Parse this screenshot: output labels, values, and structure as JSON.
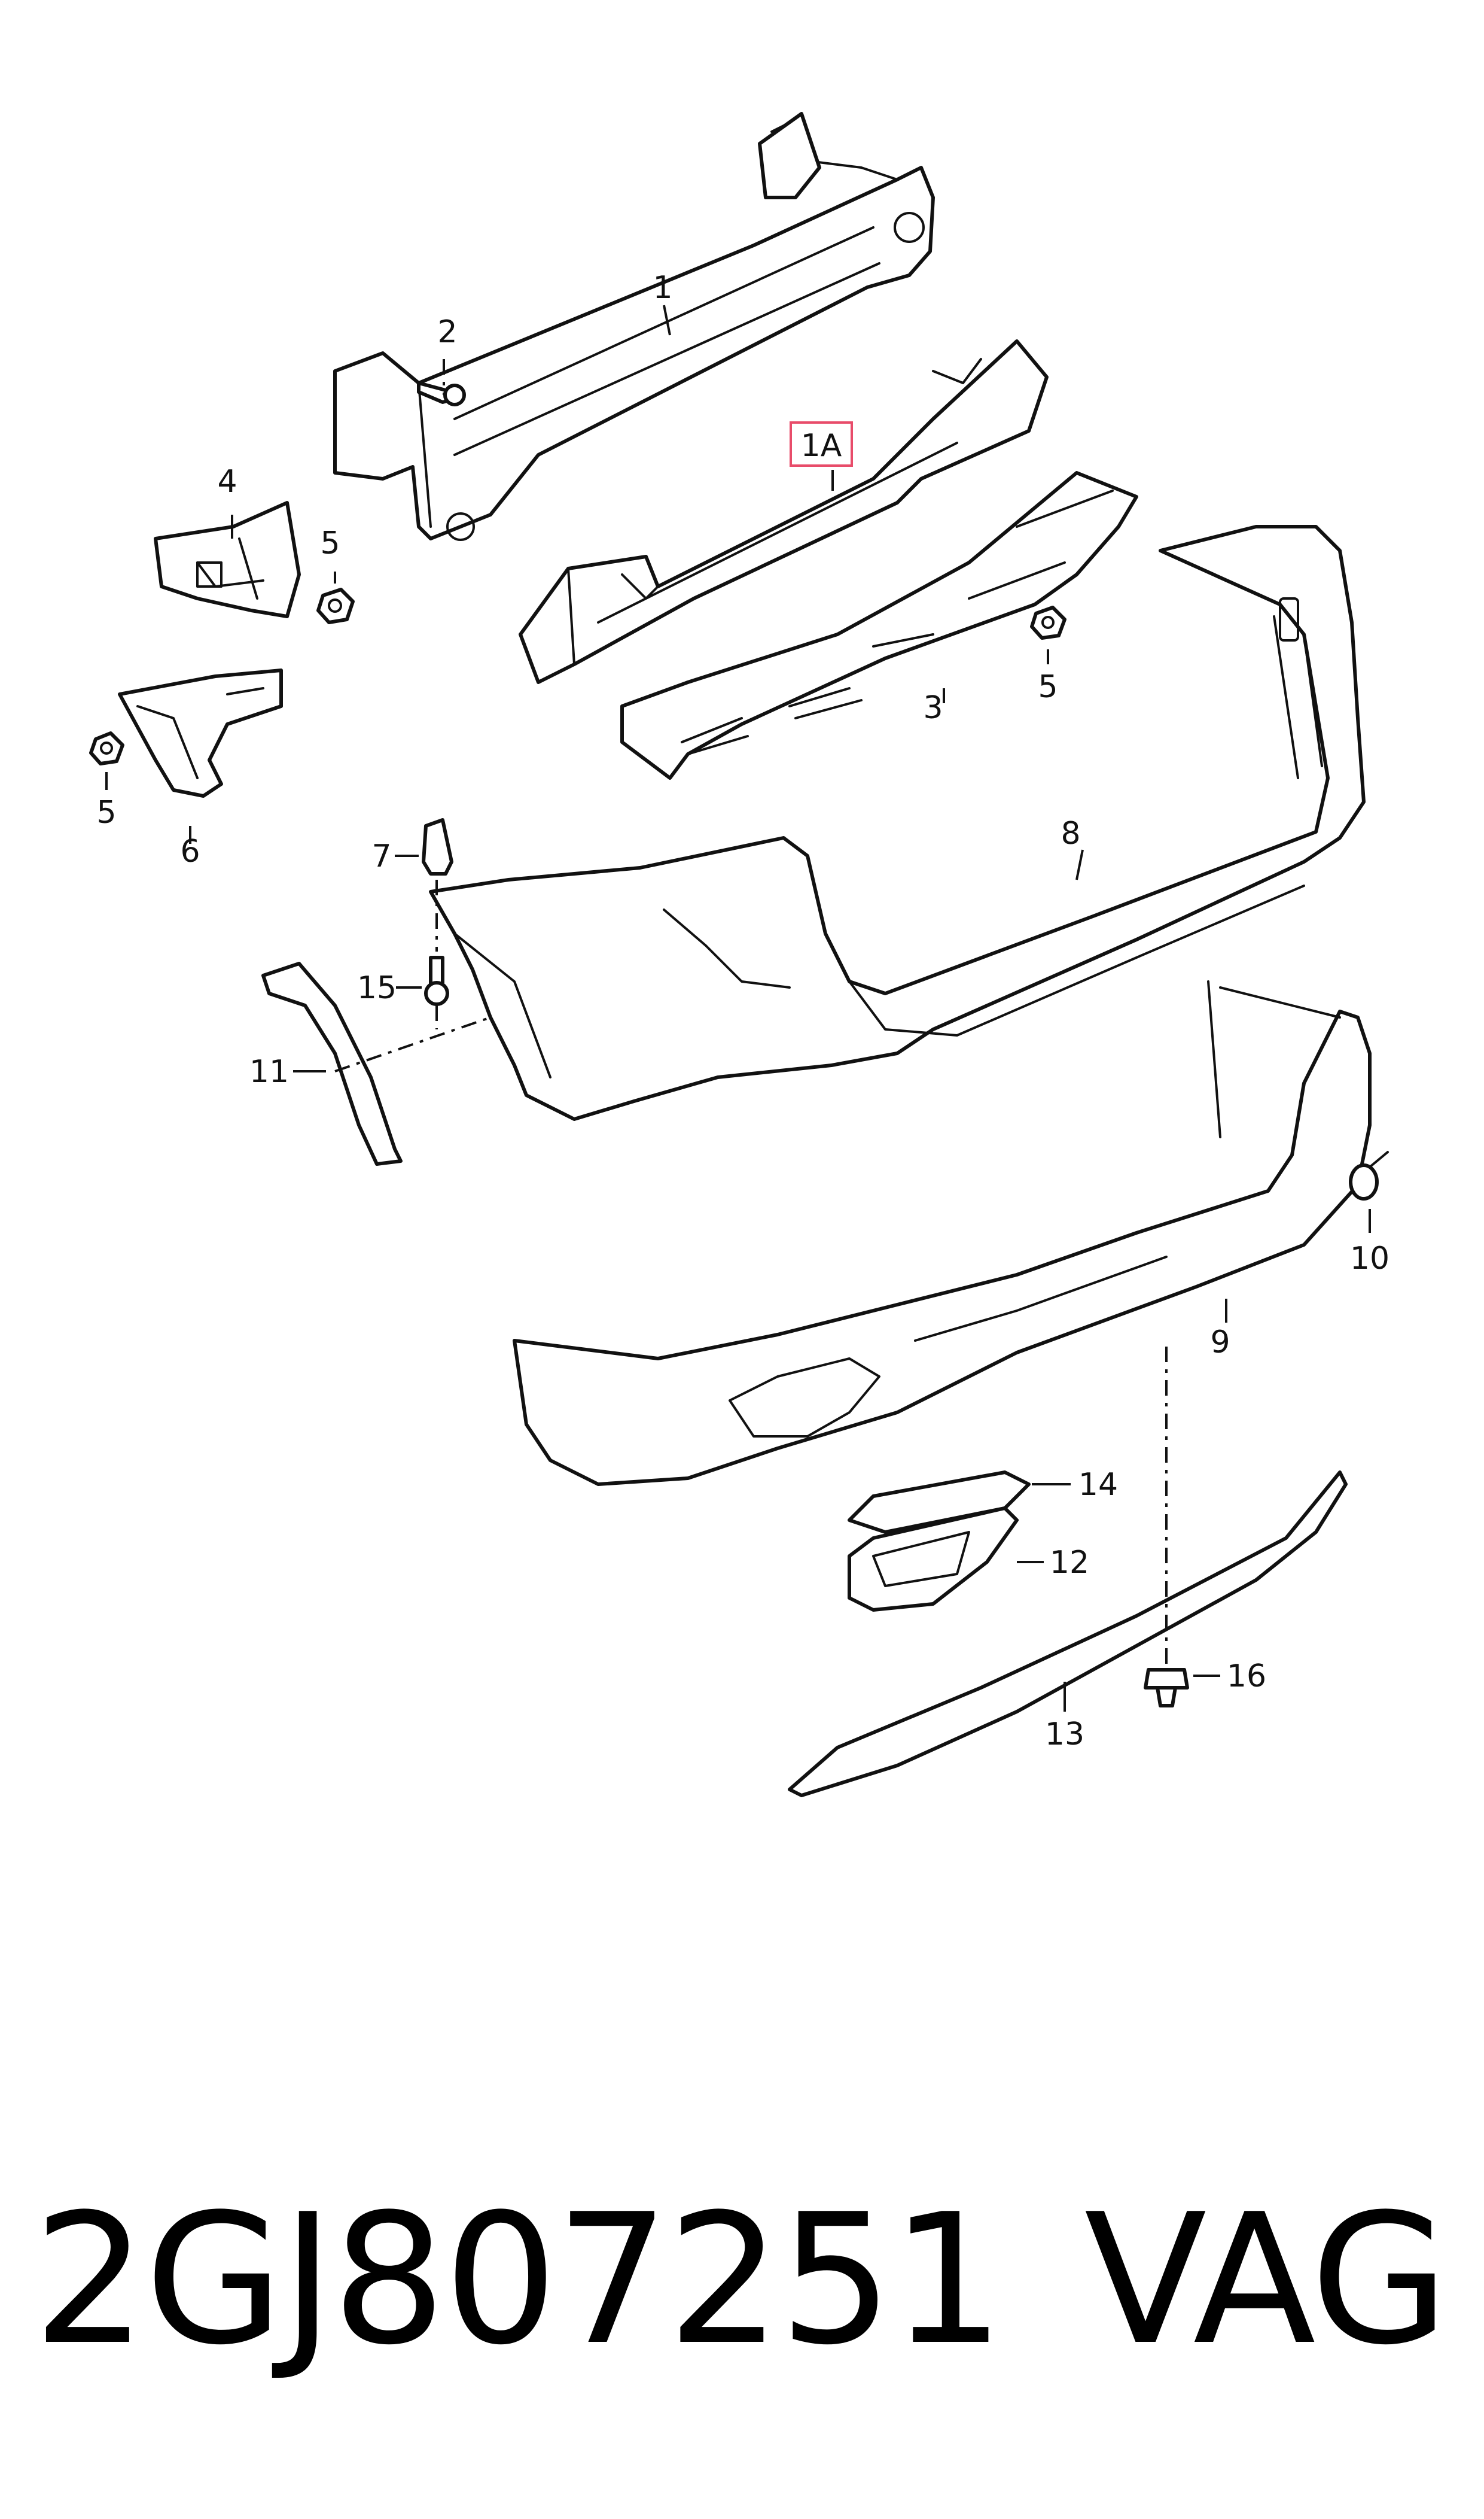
{
  "callouts": {
    "c1": "1",
    "c1a": "1A",
    "c2": "2",
    "c3": "3",
    "c4": "4",
    "c5a": "5",
    "c5b": "5",
    "c5c": "5",
    "c6": "6",
    "c7": "7",
    "c8": "8",
    "c9": "9",
    "c10": "10",
    "c11": "11",
    "c12": "12",
    "c13": "13",
    "c14": "14",
    "c15": "15",
    "c16": "16"
  },
  "caption": {
    "part_number": "2GJ807251",
    "brand": "VAG"
  },
  "colors": {
    "line": "#111111",
    "highlight_box": "#e84c6a",
    "background": "#ffffff"
  }
}
